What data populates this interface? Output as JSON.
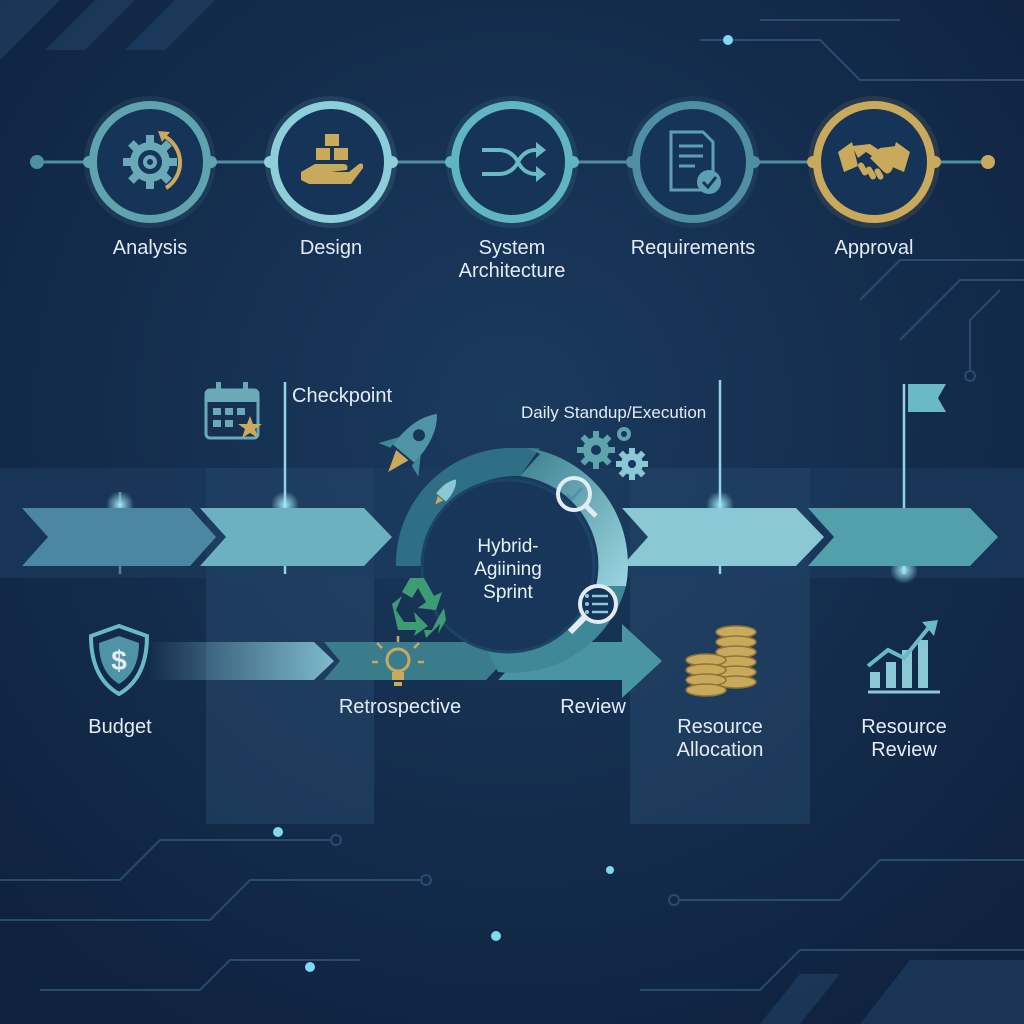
{
  "phases": [
    {
      "label": "Analysis",
      "icon": "gear-target-icon",
      "color": "#5fa3ae"
    },
    {
      "label": "Design",
      "icon": "hand-boxes-icon",
      "color": "#8ccfdb"
    },
    {
      "label": "System\nArchitecture",
      "icon": "shuffle-arrows-icon",
      "color": "#5fb5c2"
    },
    {
      "label": "Requirements",
      "icon": "document-check-icon",
      "color": "#4f8fa4"
    },
    {
      "label": "Approval",
      "icon": "handshake-icon",
      "color": "#c9a95b"
    }
  ],
  "timeline": {
    "checkpoint_label": "Checkpoint",
    "standup_label": "Daily Standup/Execution",
    "sprint_label": "Hybrid-\nAgiining\nSprint",
    "budget_label": "Budget",
    "retrospective_label": "Retrospective",
    "review_label": "Review",
    "resource_allocation_label": "Resource\nAllocation",
    "resource_review_label": "Resource\nReview"
  },
  "icons": {
    "calendar": "calendar-star-icon",
    "rocket": "rocket-icon",
    "gears": "gears-icon",
    "flag": "flag-icon",
    "shield": "shield-dollar-icon",
    "recycle": "recycle-icon",
    "bulb": "lightbulb-icon",
    "magnifier": "magnifier-checklist-icon",
    "coins": "coin-stacks-icon",
    "growth": "growth-chart-icon"
  },
  "colors": {
    "background": "#12284a",
    "teal": "#5fb5c2",
    "gold": "#c9a95b",
    "label": "#e3ecf4"
  }
}
